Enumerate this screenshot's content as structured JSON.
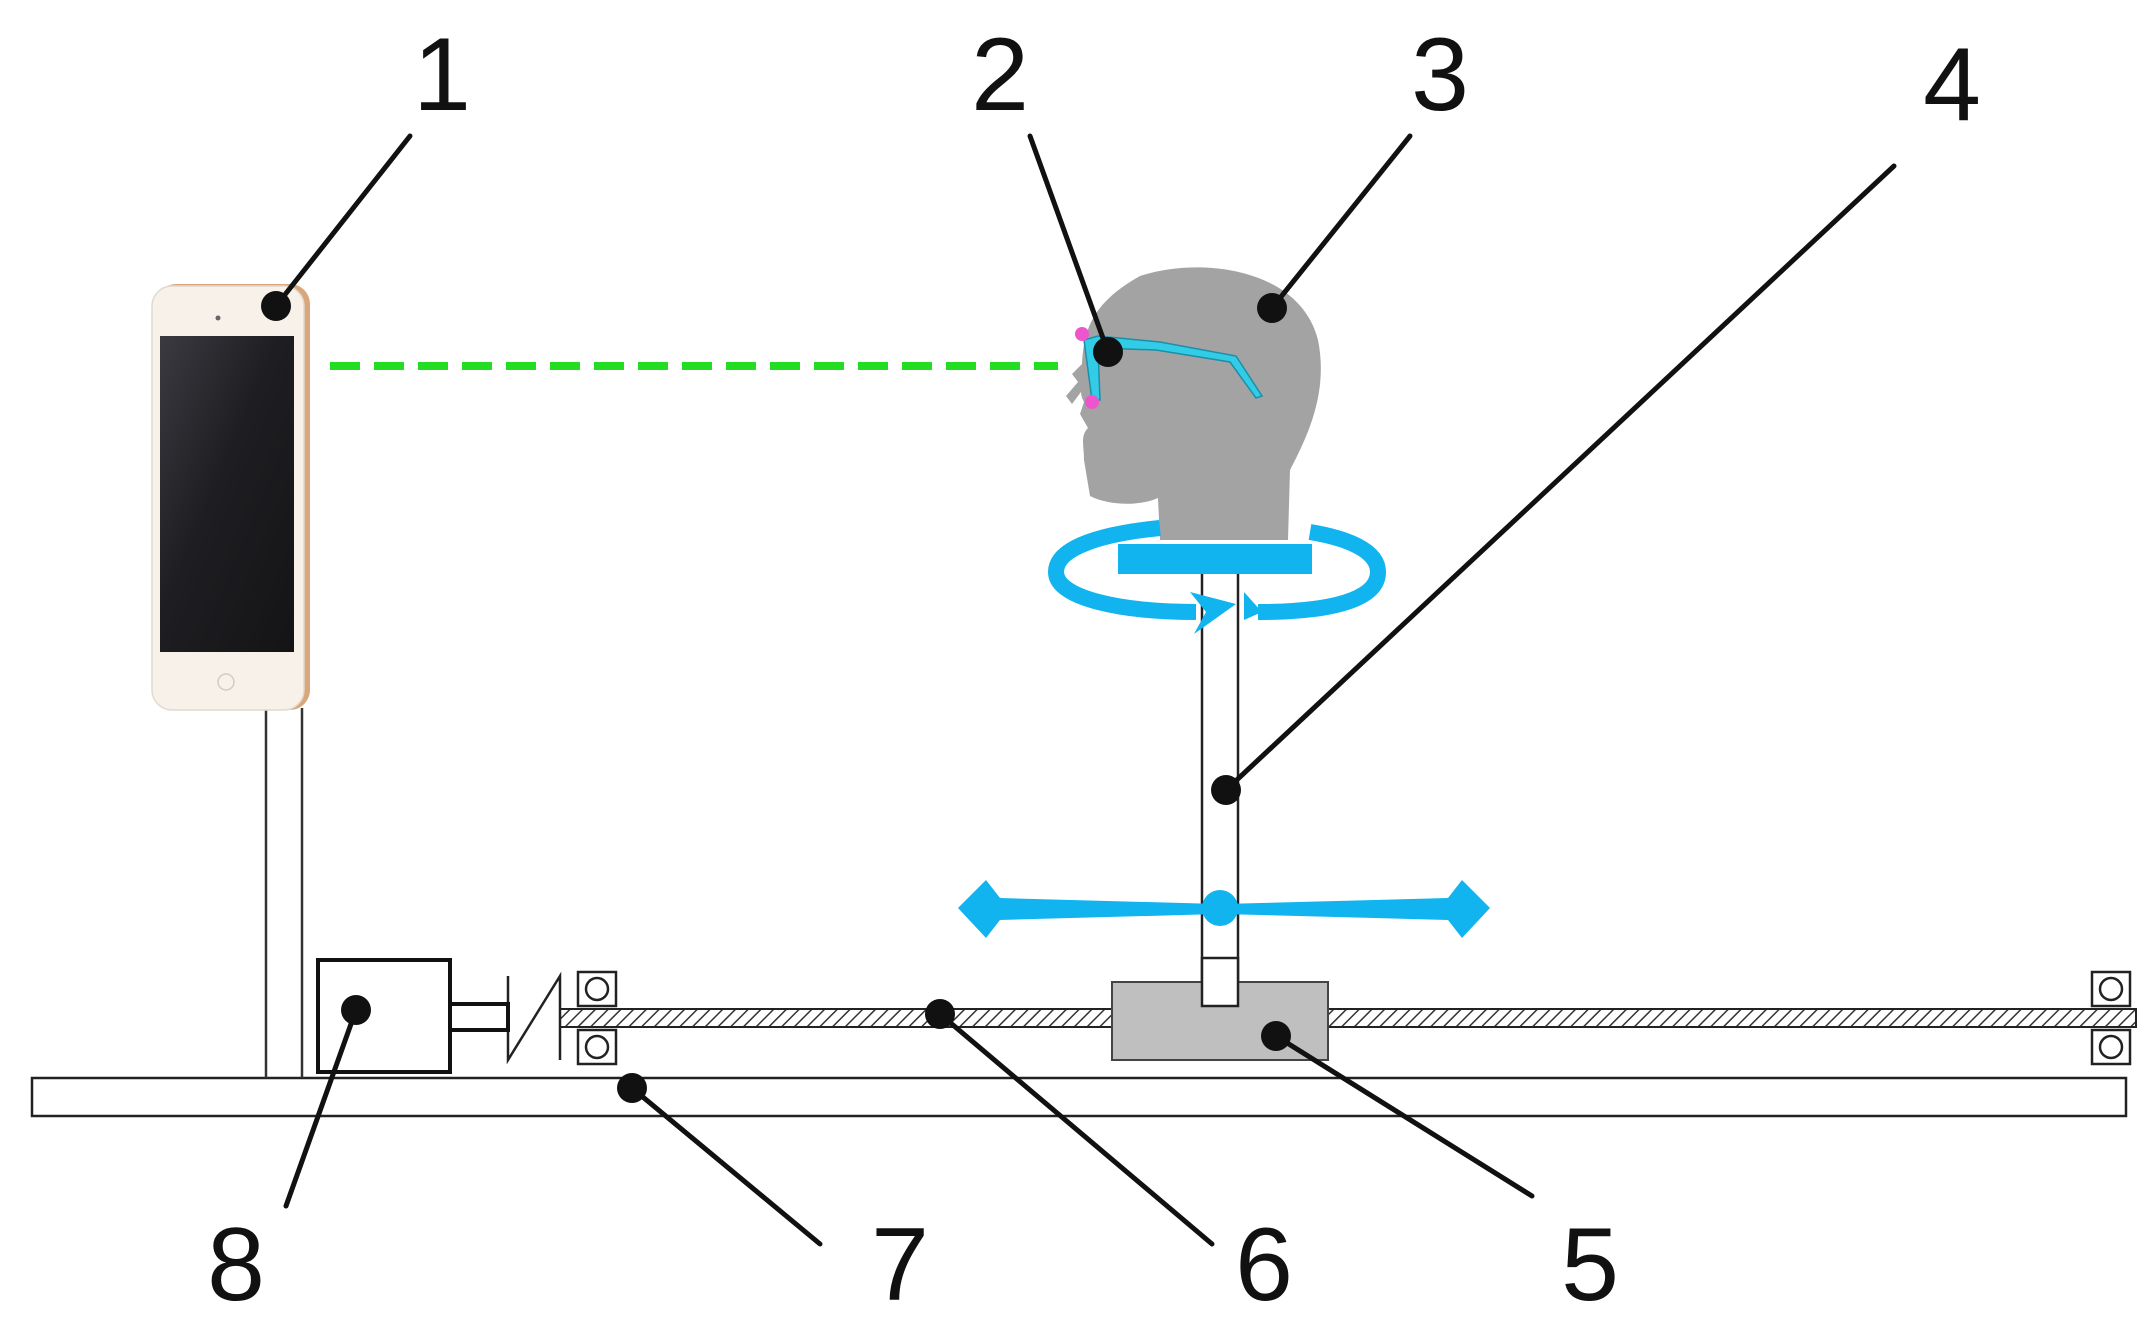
{
  "labels": [
    {
      "id": "1",
      "text": "1"
    },
    {
      "id": "2",
      "text": "2"
    },
    {
      "id": "3",
      "text": "3"
    },
    {
      "id": "4",
      "text": "4"
    },
    {
      "id": "5",
      "text": "5"
    },
    {
      "id": "6",
      "text": "6"
    },
    {
      "id": "7",
      "text": "7"
    },
    {
      "id": "8",
      "text": "8"
    }
  ],
  "colors": {
    "sight_line": "#22dd22",
    "motion_arrows": "#11b4ef",
    "head": "#a3a3a3",
    "carriage": "#bfbfbf",
    "glasses": "#33cce6",
    "markers": "#ee55cc",
    "tablet_screen": "#1c1c20",
    "tablet_frame": "#f7f1ea",
    "tablet_edge": "#d9a77c",
    "ink": "#111111"
  },
  "icons": {
    "tablet": "tablet-icon",
    "head": "mannequin-head-icon",
    "glasses": "eyeglasses-icon",
    "rotation": "rotation-arrow-icon",
    "translation": "double-arrow-icon",
    "motor": "motor-icon",
    "coupling": "coupling-icon",
    "bearing": "bearing-icon"
  }
}
